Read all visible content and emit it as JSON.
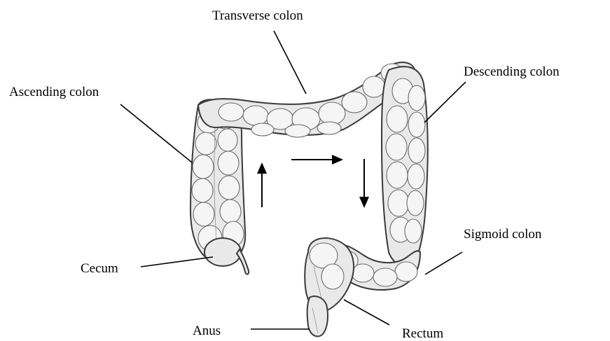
{
  "labels": {
    "transverse_colon": "Transverse colon",
    "ascending_colon": "Ascending colon",
    "descending_colon": "Descending colon",
    "sigmoid_colon": "Sigmoid colon",
    "cecum": "Cecum",
    "anus": "Anus",
    "rectum": "Rectum"
  },
  "colors": {
    "line": "#000000",
    "tissue": "#e9e9e9",
    "outline": "#3a3a3a"
  }
}
